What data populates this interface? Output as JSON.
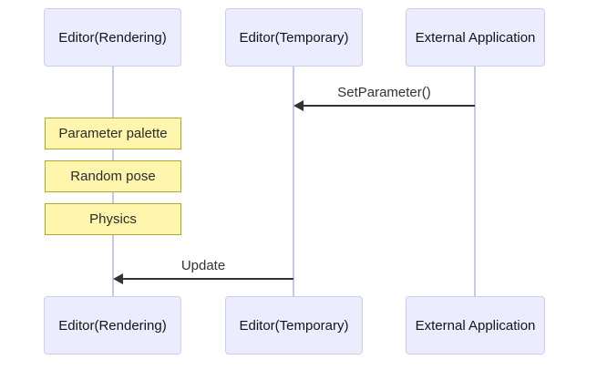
{
  "diagram": {
    "type": "sequence-diagram",
    "actors": [
      {
        "id": "editor-rendering",
        "label": "Editor(Rendering)"
      },
      {
        "id": "editor-temporary",
        "label": "Editor(Temporary)"
      },
      {
        "id": "external-application",
        "label": "External Application"
      }
    ],
    "messages": [
      {
        "from": "external-application",
        "to": "editor-temporary",
        "label": "SetParameter()",
        "arrow": "solid-filled-left"
      },
      {
        "from": "editor-temporary",
        "to": "editor-rendering",
        "label": "Update",
        "arrow": "solid-filled-left"
      }
    ],
    "notes": [
      {
        "over": "editor-rendering",
        "text": "Parameter palette"
      },
      {
        "over": "editor-rendering",
        "text": "Random pose"
      },
      {
        "over": "editor-rendering",
        "text": "Physics"
      }
    ],
    "colors": {
      "background": "#FFFFFF",
      "actor_fill": "#ECECFF",
      "actor_border": "#CFCCF0",
      "lifeline": "#CBC5E8",
      "note_fill": "#FFF5AD",
      "note_border": "#AAAA33",
      "message_line": "#333333",
      "text": "#141414"
    }
  }
}
